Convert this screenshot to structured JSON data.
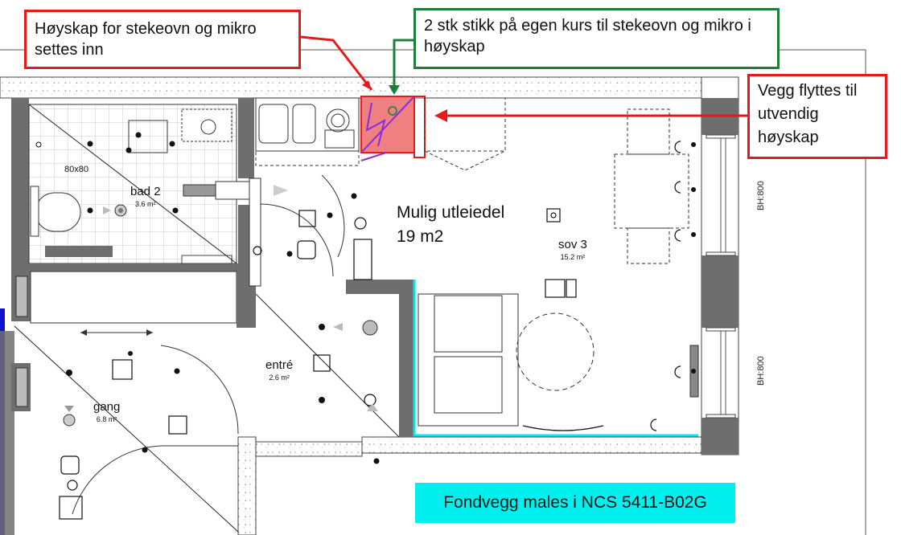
{
  "callouts": {
    "high_cabinet": "Høyskap for stekeovn og mikro settes inn",
    "sockets": "2 stk stikk på egen kurs til stekeovn og mikro i høyskap",
    "wall_moved": "Vegg flyttes til utvendig høyskap",
    "feature_wall": "Fondvegg males i NCS 5411-B02G"
  },
  "rooms": {
    "bad2": {
      "name": "bad 2",
      "area": "3.6 m²"
    },
    "entre": {
      "name": "entré",
      "area": "2.6 m²"
    },
    "gang": {
      "name": "gang",
      "area": "6.8 m²"
    },
    "sov3": {
      "name": "sov 3",
      "area": "15.2 m²"
    }
  },
  "rental": {
    "line1": "Mulig utleiedel",
    "line2": "19 m2"
  },
  "shower_size": "80x80",
  "window_heights": [
    "BH:800",
    "BH:800"
  ],
  "colors": {
    "callout_red": "#e31b1b",
    "callout_green": "#1e7f3c",
    "feature_wall": "#00e8f0",
    "cabinet_fill": "#f08080",
    "purple_mark": "#8a2be2",
    "wall_grey": "#6e6e6e",
    "section_blue": "#1010d0"
  }
}
